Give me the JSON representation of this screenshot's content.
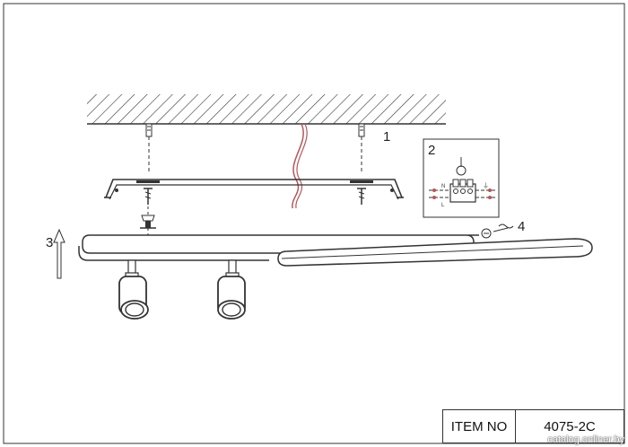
{
  "steps": [
    {
      "number": "1"
    },
    {
      "number": "2"
    },
    {
      "number": "3"
    },
    {
      "number": "4"
    }
  ],
  "inset_wire_labels": {
    "live": "L",
    "neutral": "N",
    "earth": "⏚"
  },
  "item_table": {
    "label": "ITEM NO",
    "value": "4075-2C"
  },
  "watermark": "catalog.onliner.by"
}
